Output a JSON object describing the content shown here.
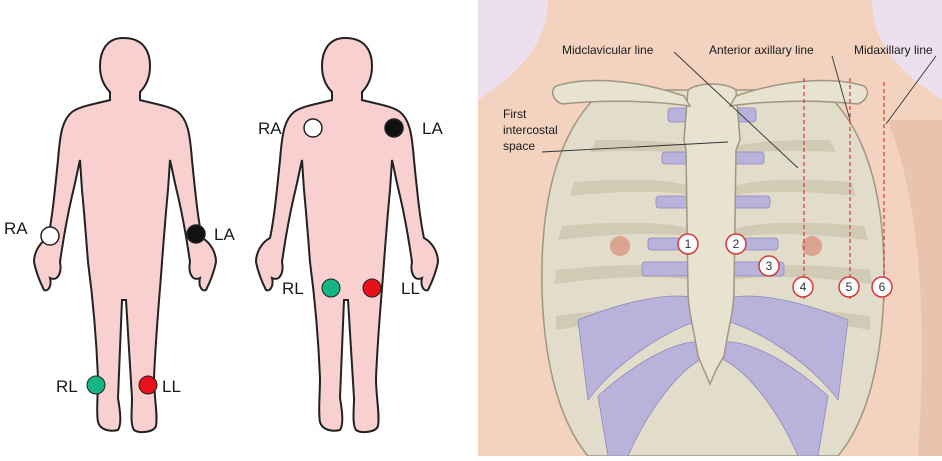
{
  "colors": {
    "skin": "#f8d0d0",
    "outline": "#222222",
    "electrode_white": "#ffffff",
    "electrode_black": "#111111",
    "electrode_green": "#17b486",
    "electrode_red": "#e8111b",
    "chest_bg": "#ece0ee",
    "bone": "#e2dccb",
    "cartilage": "#b9b3dc",
    "guide_line": "#d23a3a"
  },
  "limb_leads": {
    "ra": "RA",
    "la": "LA",
    "rl": "RL",
    "ll": "LL"
  },
  "torso_leads": {
    "ra": "RA",
    "la": "LA",
    "rl": "RL",
    "ll": "LL"
  },
  "chest": {
    "labels": {
      "midclavicular": "Midclavicular line",
      "anterior_axillary": "Anterior axillary line",
      "midaxillary": "Midaxillary line",
      "first_intercostal_line1": "First",
      "first_intercostal_line2": "intercostal",
      "first_intercostal_line3": "space"
    },
    "precordial": {
      "v1": "1",
      "v2": "2",
      "v3": "3",
      "v4": "4",
      "v5": "5",
      "v6": "6"
    }
  }
}
